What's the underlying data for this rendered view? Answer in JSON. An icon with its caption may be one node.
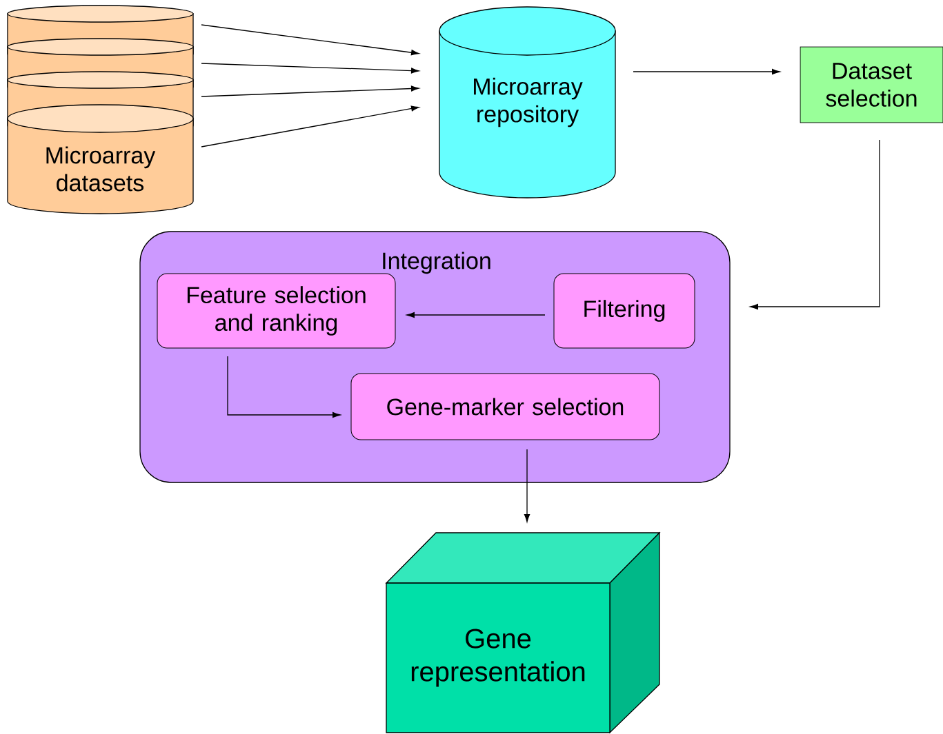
{
  "diagram": {
    "nodes": [
      {
        "text": [
          "Microarray datasets"
        ]
      },
      {
        "text": [
          "Microarray repository"
        ]
      },
      {
        "text": [
          "Dataset selection"
        ]
      },
      {
        "text": [
          "Integration"
        ]
      },
      {
        "text": [
          "Feature selection and ranking"
        ],
        "in": 3
      },
      {
        "text": [
          "Filtering"
        ],
        "in": 3
      },
      {
        "text": [
          "Gene-marker  selection"
        ],
        "in": 3
      },
      {
        "text": [
          "Gene representation"
        ]
      }
    ],
    "edges": [
      {
        "from": 0,
        "to": 1,
        "arrow": "to"
      },
      {
        "from": 0,
        "to": 1,
        "arrow": "to"
      },
      {
        "from": 0,
        "to": 1,
        "arrow": "to"
      },
      {
        "from": 0,
        "to": 1,
        "arrow": "to"
      },
      {
        "from": 1,
        "to": 2,
        "arrow": "to"
      },
      {
        "from": 2,
        "to": 3,
        "arrow": "to"
      },
      {
        "from": 5,
        "to": 4,
        "arrow": "to"
      },
      {
        "from": 4,
        "to": 6,
        "arrow": "to"
      },
      {
        "from": 6,
        "to": 7,
        "arrow": "to"
      }
    ]
  }
}
